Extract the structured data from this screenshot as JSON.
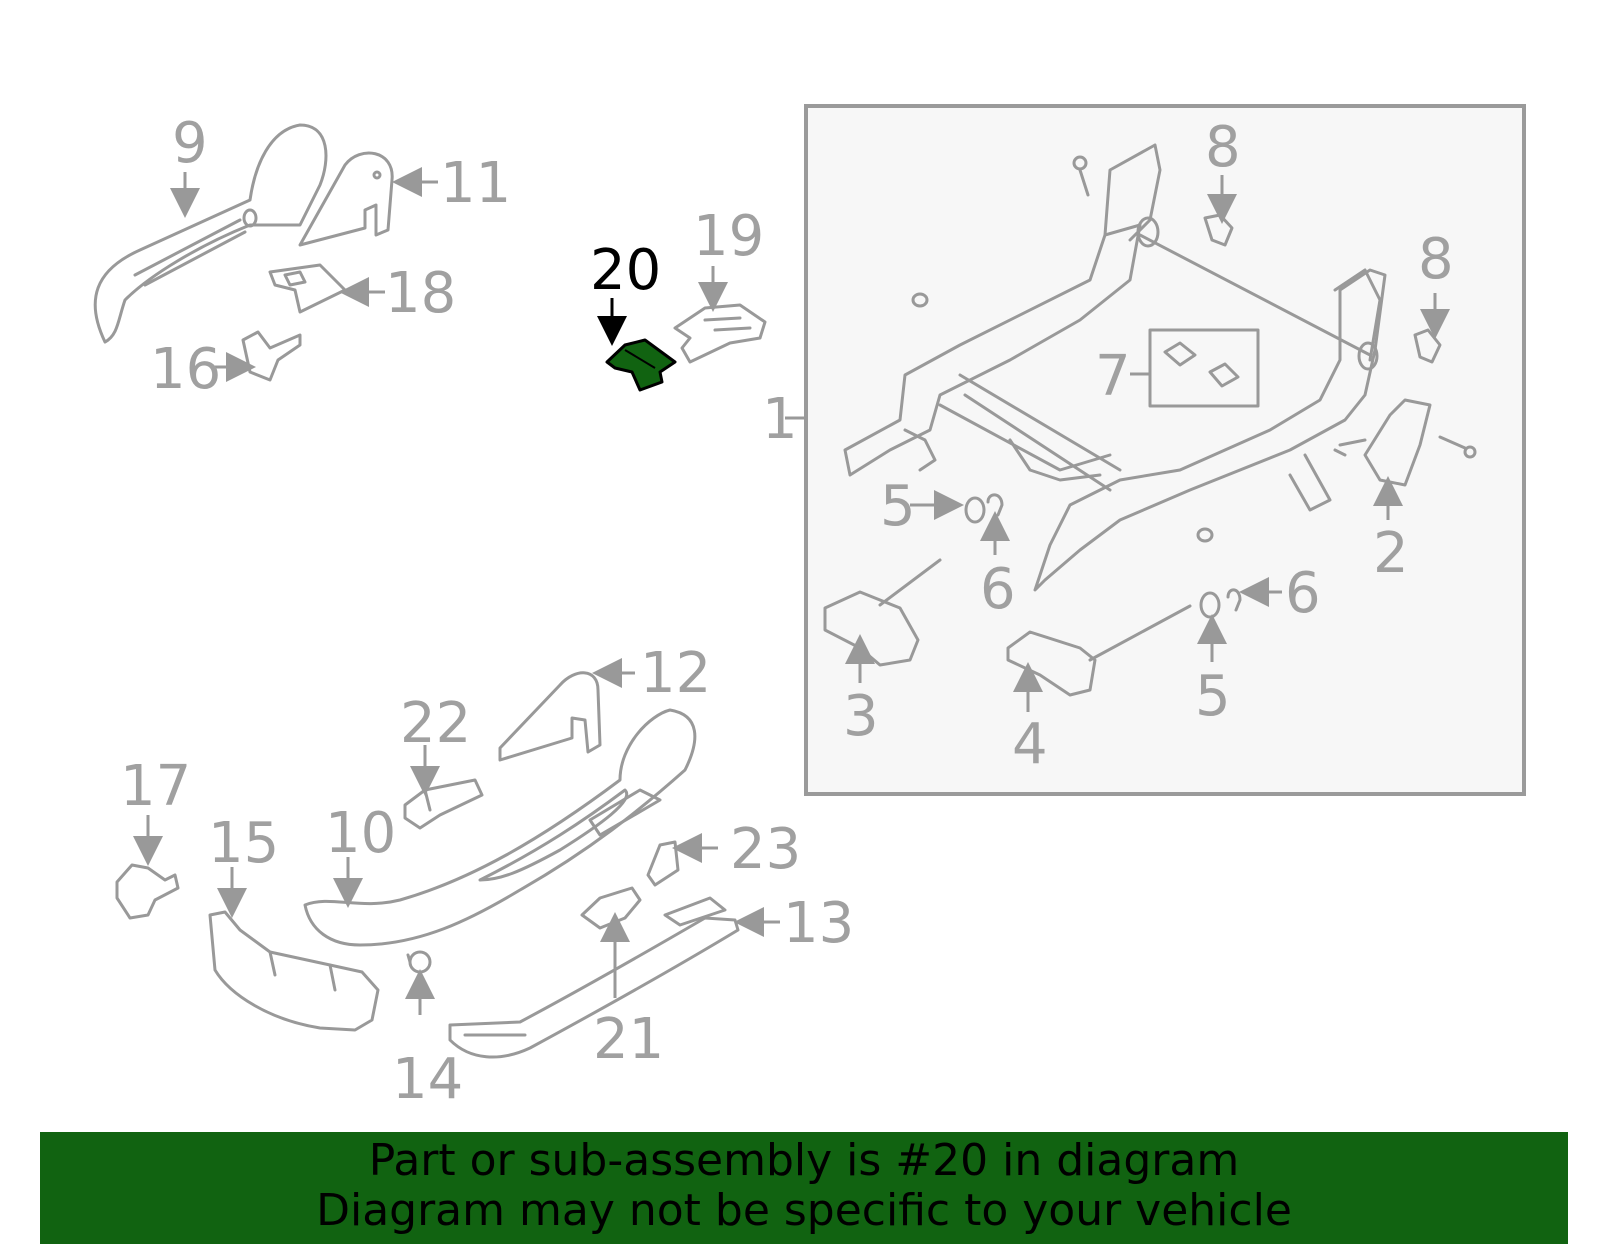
{
  "highlight": {
    "part_number": "20",
    "color": "#116311"
  },
  "callouts": [
    "1",
    "2",
    "3",
    "4",
    "5",
    "5",
    "6",
    "6",
    "7",
    "8",
    "8",
    "9",
    "10",
    "11",
    "12",
    "13",
    "14",
    "15",
    "16",
    "17",
    "18",
    "19",
    "20",
    "21",
    "22",
    "23"
  ],
  "footer": {
    "line1": "Part or sub-assembly is #20 in diagram",
    "line2": "Diagram may not be specific to your vehicle",
    "background": "#116311"
  },
  "colors": {
    "outline": "#999999",
    "inset_box": "#f7f7f7",
    "highlighted_part": "#116311"
  }
}
